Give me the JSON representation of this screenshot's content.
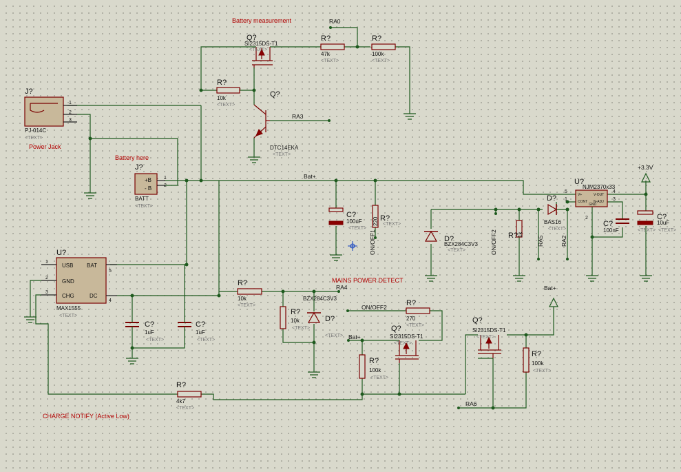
{
  "annotations": {
    "battery_measurement": "Battery measurement",
    "power_jack": "Power Jack",
    "battery_here": "Battery here",
    "mains_power_detect": "MAINS POWER DETECT",
    "charge_notify": "CHARGE NOTIFY (Active Low)"
  },
  "text_placeholder": "<TEXT>",
  "nets": {
    "ra0": "RA0",
    "ra3": "RA3",
    "ra4": "RA4",
    "ra6": "RA6",
    "ra5": "RA5",
    "ra2": "RA2",
    "bat_plus": "Bat+",
    "on_off": "ON/OFF",
    "on_off1": "ON/OFF1",
    "on_off2": "ON/OFF2",
    "on_off2b": "ON/OFF2",
    "vcc": "+3.3V"
  },
  "components": {
    "j1": {
      "ref": "J?",
      "value": "PJ-014C",
      "pins": [
        "1",
        "2",
        "3"
      ]
    },
    "j2": {
      "ref": "J?",
      "value": "BATT",
      "pin1": "+B",
      "pin2": "- B",
      "pins": [
        "1",
        "2"
      ]
    },
    "q_top": {
      "ref": "Q?",
      "value": "SI2315DS-T1"
    },
    "r_top1": {
      "ref": "R?",
      "value": "47k"
    },
    "r_top2": {
      "ref": "R?",
      "value": "100k"
    },
    "r_base": {
      "ref": "R?",
      "value": "10k"
    },
    "q_npn": {
      "ref": "Q?",
      "value": "DTC14EKA"
    },
    "c_bulk": {
      "ref": "C?",
      "value": "100uF"
    },
    "r_220": {
      "ref": "R?",
      "value": "220"
    },
    "d_zener1": {
      "ref": "D?",
      "value": "BZX284C3V3"
    },
    "r_vert": {
      "ref": "R?",
      "value": "1k"
    },
    "d_bas16": {
      "ref": "D?",
      "value": "BAS16"
    },
    "u_reg": {
      "ref": "U?",
      "value": "NJM2370x33",
      "pins": [
        "5",
        "1",
        "4",
        "3",
        "2"
      ],
      "pin_names": [
        "V+",
        "CONT",
        "V-OUT",
        "N-ADJ",
        "GND"
      ]
    },
    "c_reg": {
      "ref": "C?",
      "value": "100nF"
    },
    "c_out": {
      "ref": "C?",
      "value": "10uF"
    },
    "u_chg": {
      "ref": "U?",
      "value": "MAX1555",
      "pins": [
        "1",
        "2",
        "3",
        "5",
        "4"
      ],
      "pin_names": [
        "USB",
        "GND",
        "CHG",
        "BAT",
        "DC"
      ]
    },
    "c1": {
      "ref": "C?",
      "value": "1uF"
    },
    "c2": {
      "ref": "C?",
      "value": "1uF"
    },
    "r_mains": {
      "ref": "R?",
      "value": "10k"
    },
    "r_mains2": {
      "ref": "R?",
      "value": "10k"
    },
    "d_zener2": {
      "ref": "D?",
      "value": "BZX284C3V3"
    },
    "r_270": {
      "ref": "R?",
      "value": "270"
    },
    "q_mid": {
      "ref": "Q?",
      "value": "SI2315DS-T1"
    },
    "r_mid": {
      "ref": "R?",
      "value": "100k"
    },
    "q_right": {
      "ref": "Q?",
      "value": "SI2315DS-T1"
    },
    "r_right": {
      "ref": "R?",
      "value": "100k"
    },
    "r_4k7": {
      "ref": "R?",
      "value": "4k7"
    }
  }
}
